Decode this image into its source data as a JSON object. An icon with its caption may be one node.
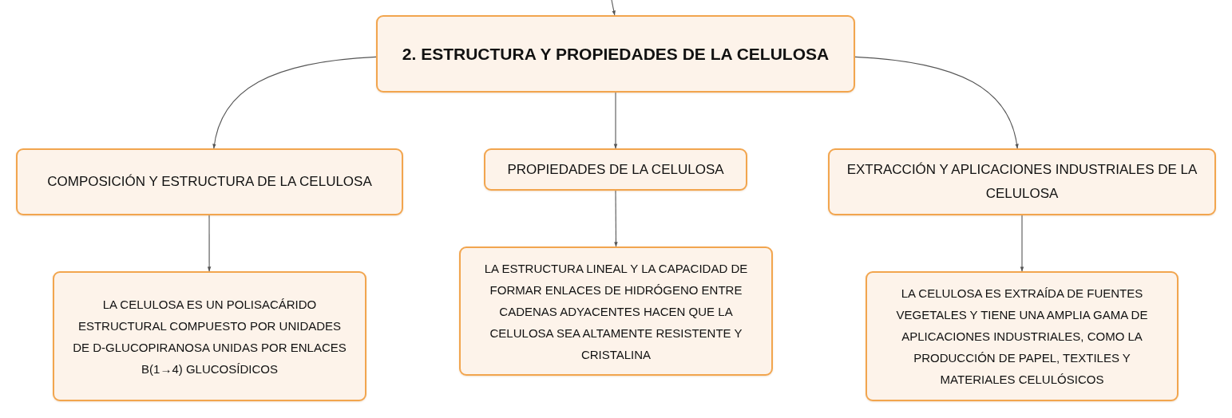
{
  "diagram": {
    "nodes": [
      {
        "text": [
          "2. ESTRUCTURA Y PROPIEDADES DE LA CELULOSA"
        ]
      },
      {
        "text": [
          "COMPOSICIÓN Y ESTRUCTURA DE LA CELULOSA"
        ]
      },
      {
        "text": [
          "PROPIEDADES DE LA CELULOSA"
        ]
      },
      {
        "text": [
          "EXTRACCIÓN Y APLICACIONES INDUSTRIALES DE LA CELULOSA"
        ]
      },
      {
        "text": [
          "LA CELULOSA ES UN POLISACÁRIDO ESTRUCTURAL COMPUESTO POR UNIDADES DE D-GLUCOPIRANOSA UNIDAS POR ENLACES Β(1→4) GLUCOSÍDICOS"
        ]
      },
      {
        "text": [
          "LA ESTRUCTURA LINEAL Y LA CAPACIDAD DE FORMAR ENLACES DE HIDRÓGENO ENTRE CADENAS ADYACENTES HACEN QUE LA CELULOSA SEA ALTAMENTE RESISTENTE Y CRISTALINA"
        ]
      },
      {
        "text": [
          "LA CELULOSA ES EXTRAÍDA DE FUENTES VEGETALES Y TIENE UNA AMPLIA GAMA DE APLICACIONES INDUSTRIALES, COMO LA PRODUCCIÓN DE PAPEL, TEXTILES Y MATERIALES CELULÓSICOS"
        ]
      }
    ],
    "edges": [
      {
        "from": null,
        "to": 0,
        "arrow": "to"
      },
      {
        "from": 0,
        "to": 1,
        "arrow": "to"
      },
      {
        "from": 0,
        "to": 2,
        "arrow": "to"
      },
      {
        "from": 0,
        "to": 3,
        "arrow": "to"
      },
      {
        "from": 1,
        "to": 4,
        "arrow": "to"
      },
      {
        "from": 2,
        "to": 5,
        "arrow": "to"
      },
      {
        "from": 3,
        "to": 6,
        "arrow": "to"
      }
    ]
  }
}
